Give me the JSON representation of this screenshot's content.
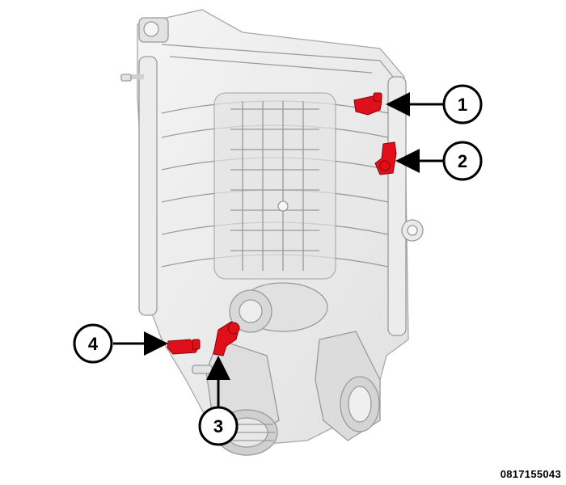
{
  "figure_id": "0817155043",
  "colors": {
    "highlight_sensor": "#e0101a",
    "engine_line": "#9a9a9a",
    "engine_fill": "#e9e9e9",
    "callout": "#000000"
  },
  "callouts": [
    {
      "number": "1",
      "icon": "sensor-part-icon"
    },
    {
      "number": "2",
      "icon": "sensor-part-icon"
    },
    {
      "number": "3",
      "icon": "sensor-part-icon"
    },
    {
      "number": "4",
      "icon": "sensor-part-icon"
    }
  ]
}
